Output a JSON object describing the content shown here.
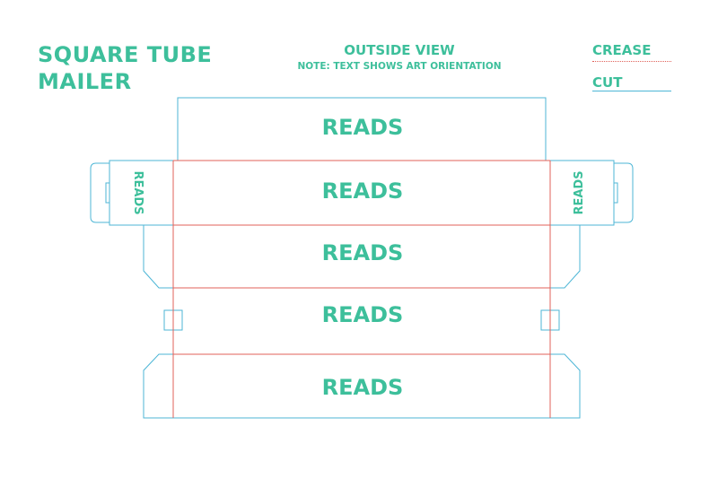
{
  "title": {
    "line1": "SQUARE TUBE",
    "line2": "MAILER"
  },
  "header": {
    "view_label": "OUTSIDE VIEW",
    "note": "NOTE: TEXT SHOWS ART ORIENTATION"
  },
  "legend": {
    "crease_label": "CREASE",
    "cut_label": "CUT"
  },
  "colors": {
    "text": "#3dbf9b",
    "cut_line": "#4db6d6",
    "crease_line": "#e0625a",
    "background": "#ffffff"
  },
  "panels": {
    "top_flap": "READS",
    "panel_1": "READS",
    "panel_2": "READS",
    "panel_3": "READS",
    "panel_4": "READS",
    "left_end": "READS",
    "right_end": "READS"
  }
}
